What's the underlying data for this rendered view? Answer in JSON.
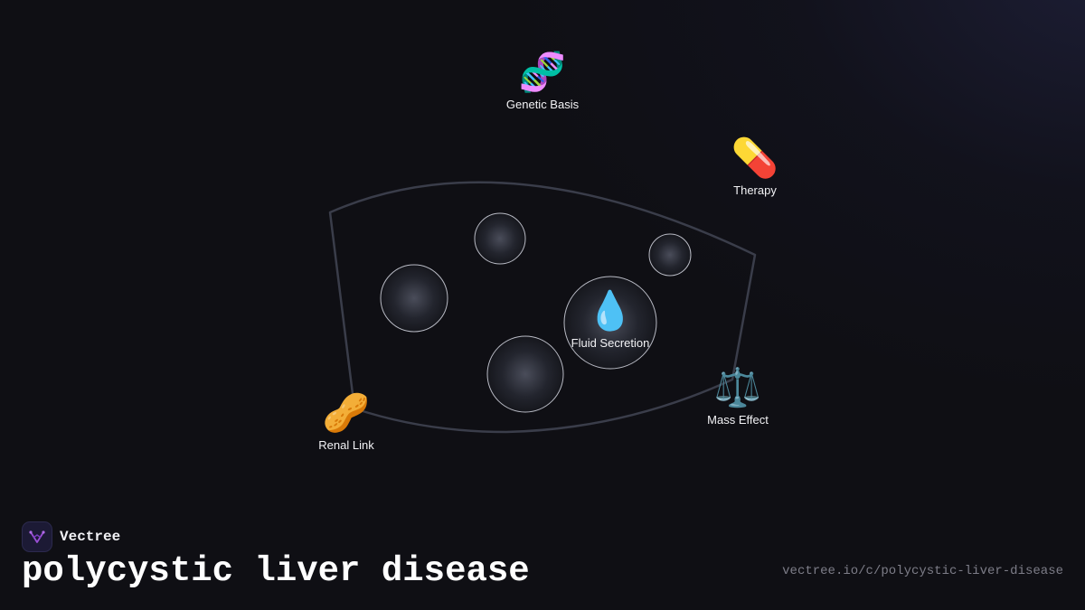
{
  "diagram": {
    "nodes": [
      {
        "id": "genetic",
        "icon": "dna-icon",
        "emoji": "🧬",
        "label": "Genetic Basis"
      },
      {
        "id": "therapy",
        "icon": "pill-icon",
        "emoji": "💊",
        "label": "Therapy"
      },
      {
        "id": "fluid",
        "icon": "droplet-icon",
        "emoji": "💧",
        "label": "Fluid Secretion"
      },
      {
        "id": "mass",
        "icon": "balance-scale-icon",
        "emoji": "⚖️",
        "label": "Mass Effect"
      },
      {
        "id": "renal",
        "icon": "kidney-bean-icon",
        "emoji": "🥜",
        "label": "Renal Link"
      }
    ]
  },
  "footer": {
    "brand": "Vectree",
    "title": "polycystic liver disease",
    "url": "vectree.io/c/polycystic-liver-disease"
  },
  "colors": {
    "background": "#0f0f14",
    "outline": "#3a3d4a",
    "logo_accent": "#9b4fd6"
  }
}
